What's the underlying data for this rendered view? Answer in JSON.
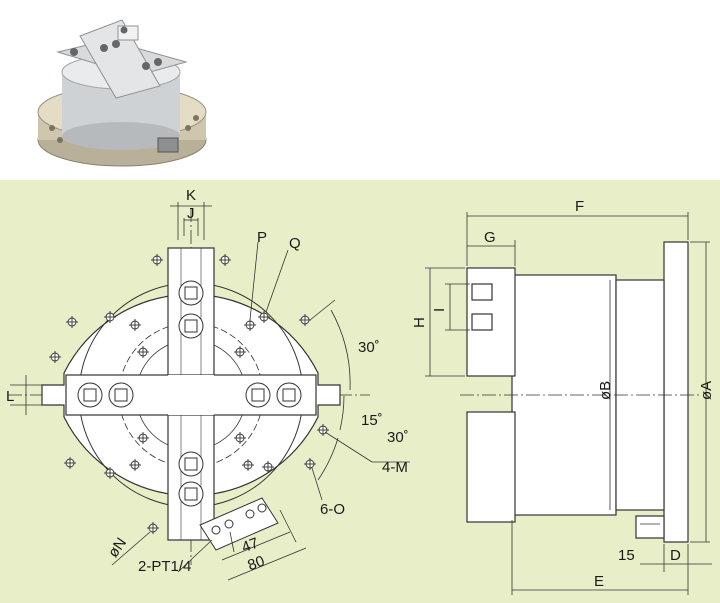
{
  "colors": {
    "panel": "#e8efc8",
    "line": "#333333",
    "fill": "#ffffff",
    "shade": "#cfcfcf",
    "steel": "#c9c9c9"
  },
  "photo": {
    "icon": "power-chuck-photo-icon"
  },
  "labels": {
    "K": "K",
    "J": "J",
    "P": "P",
    "Q": "Q",
    "L": "L",
    "angle1": "30˚",
    "angle2": "15˚",
    "angle3": "30˚",
    "M": "4-M",
    "O": "6-O",
    "N": "øN",
    "PT": "2-PT1/4",
    "d47": "47",
    "d80": "80",
    "F": "F",
    "G": "G",
    "H": "H",
    "I": "I",
    "B": "øB",
    "A": "øA",
    "E": "E",
    "d15": "15",
    "D": "D"
  }
}
